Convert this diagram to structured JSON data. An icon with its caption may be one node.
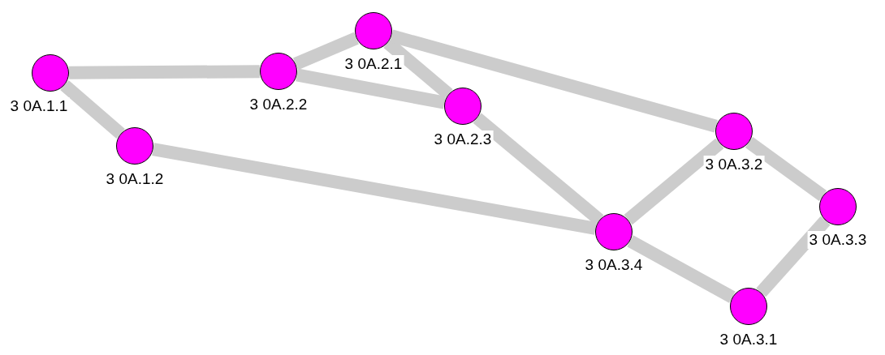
{
  "diagram": {
    "nodes": [
      {
        "text": [
          "3 0A.1.1"
        ]
      },
      {
        "text": [
          "3 0A.1.2"
        ]
      },
      {
        "text": [
          "3 0A.2.1"
        ]
      },
      {
        "text": [
          "3 0A.2.2"
        ]
      },
      {
        "text": [
          "3 0A.2.3"
        ]
      },
      {
        "text": [
          "3 0A.3.1"
        ]
      },
      {
        "text": [
          "3 0A.3.2"
        ]
      },
      {
        "text": [
          "3 0A.3.3"
        ]
      },
      {
        "text": [
          "3 0A.3.4"
        ]
      }
    ],
    "edges": [
      {
        "from": 0,
        "to": 3,
        "arrow": "none"
      },
      {
        "from": 0,
        "to": 1,
        "arrow": "none"
      },
      {
        "from": 1,
        "to": 8,
        "arrow": "none"
      },
      {
        "from": 3,
        "to": 2,
        "arrow": "none"
      },
      {
        "from": 3,
        "to": 4,
        "arrow": "none"
      },
      {
        "from": 2,
        "to": 4,
        "arrow": "none"
      },
      {
        "from": 2,
        "to": 6,
        "arrow": "none"
      },
      {
        "from": 4,
        "to": 8,
        "arrow": "none"
      },
      {
        "from": 8,
        "to": 6,
        "arrow": "none"
      },
      {
        "from": 6,
        "to": 7,
        "arrow": "none"
      },
      {
        "from": 7,
        "to": 5,
        "arrow": "none"
      },
      {
        "from": 8,
        "to": 5,
        "arrow": "none"
      }
    ]
  }
}
